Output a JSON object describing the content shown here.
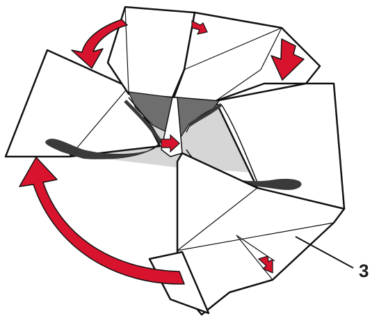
{
  "figure": {
    "callout_label": "3",
    "colors": {
      "paper": "#ffffff",
      "outline": "#111111",
      "arrow": "#d8132d",
      "shadow": "#d6d6d6",
      "dark_gray": "#6e6e6e",
      "lens_mark": "#3a3a3a"
    },
    "arrows": [
      {
        "name": "top-left-curved-arrow",
        "type": "fold-direction"
      },
      {
        "name": "top-middle-small-arrow",
        "type": "fold-direction"
      },
      {
        "name": "top-right-arrow",
        "type": "fold-direction"
      },
      {
        "name": "center-small-arrow",
        "type": "fold-direction"
      },
      {
        "name": "large-left-curved-arrow",
        "type": "fold-direction"
      },
      {
        "name": "bottom-small-arrow",
        "type": "fold-direction"
      }
    ]
  }
}
